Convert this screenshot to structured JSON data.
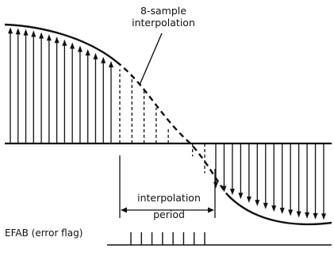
{
  "labels": {
    "callout": [
      "8-sample",
      "interpolation"
    ],
    "period": [
      "interpolation",
      "period"
    ],
    "flag": "EFAB (error flag)"
  },
  "colors": {
    "ink": "#111111",
    "background": "#ffffff"
  },
  "diagram": {
    "samples_before": 14,
    "interpolated_samples": 8,
    "samples_after": 14,
    "error_flag_pulses": 8
  }
}
